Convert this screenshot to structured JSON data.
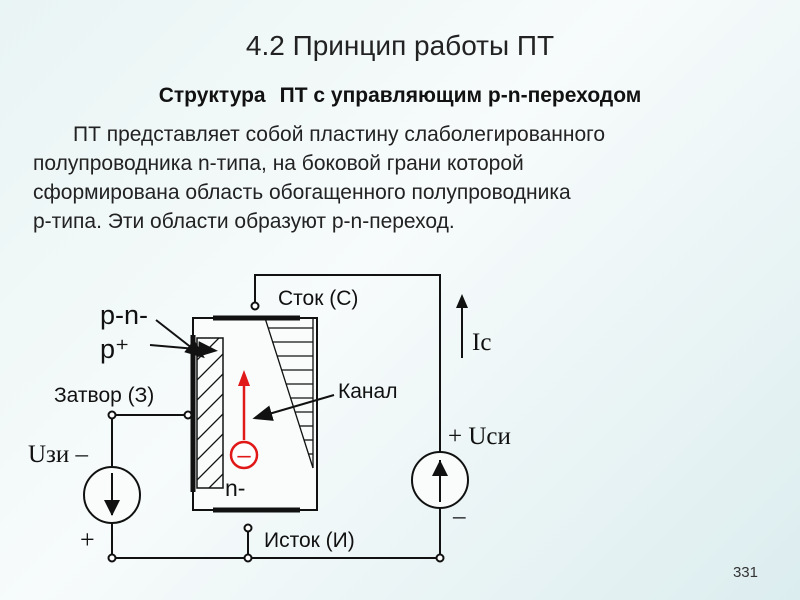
{
  "slide": {
    "title": "4.2 Принцип работы ПТ",
    "subtitle_part1": "Структура",
    "subtitle_part2": "ПТ с управляющим p-n-переходом",
    "paragraph_lines": [
      "ПТ представляет собой пластину слаболегированного",
      "полупроводника n-типа, на боковой грани которой",
      "сформирована область обогащенного полупроводника",
      "p-типа. Эти области образуют p-n-переход."
    ],
    "page_number": "331"
  },
  "diagram": {
    "label_pn": "p-n-",
    "label_p_plus": "p⁺",
    "label_gate": "Затвор (З)",
    "label_drain": "Сток (С)",
    "label_channel": "Канал",
    "label_n_minus": "n-",
    "label_source": "Исток (И)",
    "label_ic": "Ic",
    "label_uzi": "Uзи –",
    "label_plus_left": "+",
    "label_uci": "+ Uси",
    "label_minus_right": "–",
    "electron_sign": "–",
    "colors": {
      "electron": "#e01818",
      "wire": "#111111"
    }
  }
}
